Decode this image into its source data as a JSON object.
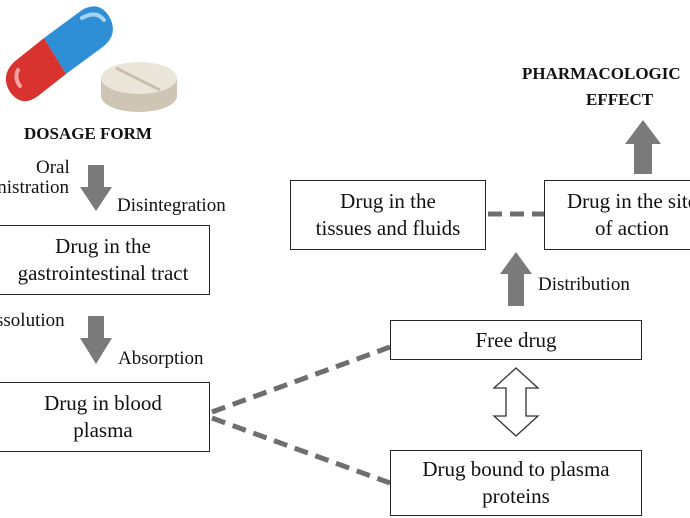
{
  "title_dosage": "DOSAGE FORM",
  "title_effect_line1": "PHARMACOLOGIC",
  "title_effect_line2": "EFFECT",
  "labels": {
    "oral_line1": "Oral",
    "oral_line2": "inistration",
    "disintegration": "Disintegration",
    "dissolution": "ssolution",
    "absorption": "Absorption",
    "distribution": "Distribution"
  },
  "boxes": {
    "gi": [
      "Drug in the",
      "gastrointestinal tract"
    ],
    "plasma": [
      "Drug in blood",
      "plasma"
    ],
    "free": [
      "Free drug"
    ],
    "bound": [
      "Drug bound to plasma",
      "proteins"
    ],
    "tissues": [
      "Drug in the",
      "tissues and fluids"
    ],
    "site": [
      "Drug in the site",
      "of action"
    ]
  },
  "colors": {
    "arrow": "#7a7a7a",
    "dash": "#6e6e6e",
    "capsule_red": "#d9332f",
    "capsule_blue": "#2f8fd6",
    "tablet": "#e9e2d6"
  }
}
